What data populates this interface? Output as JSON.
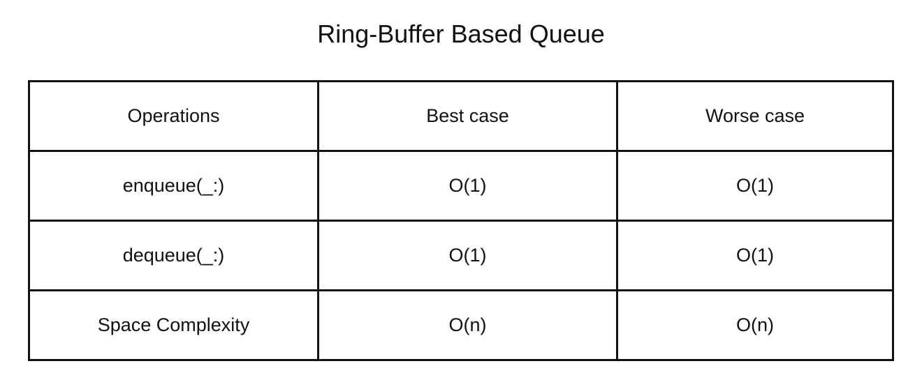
{
  "title": "Ring-Buffer Based Queue",
  "table": {
    "headers": [
      "Operations",
      "Best case",
      "Worse case"
    ],
    "rows": [
      [
        "enqueue(_:)",
        "O(1)",
        "O(1)"
      ],
      [
        "dequeue(_:)",
        "O(1)",
        "O(1)"
      ],
      [
        "Space Complexity",
        "O(n)",
        "O(n)"
      ]
    ]
  }
}
